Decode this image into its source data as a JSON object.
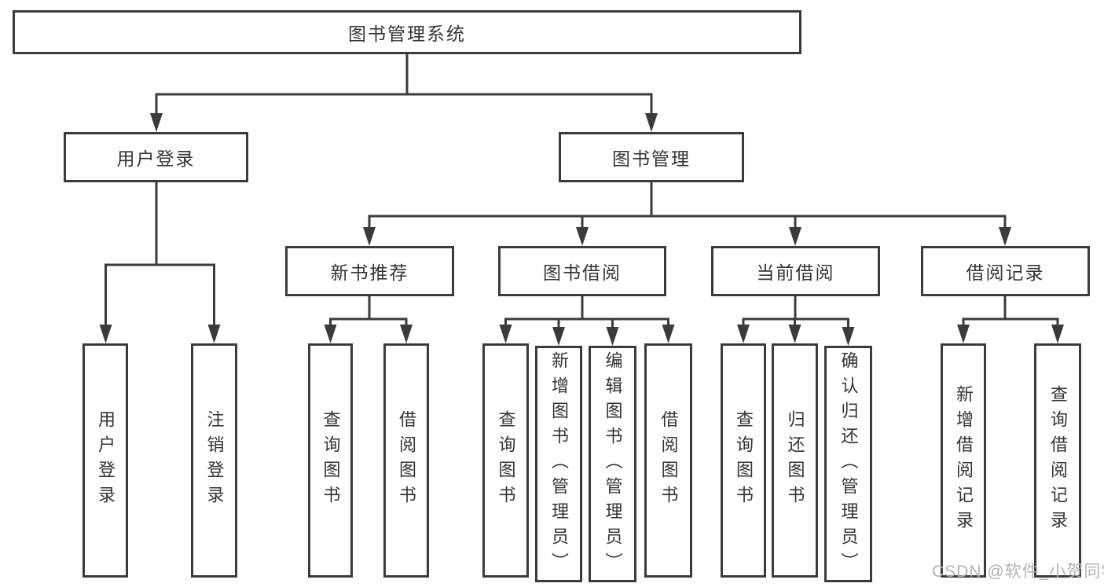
{
  "diagram": {
    "root": "图书管理系统",
    "branches": {
      "login": {
        "label": "用户登录",
        "children": [
          "用户登录",
          "注销登录"
        ]
      },
      "manage": {
        "label": "图书管理",
        "sections": [
          {
            "label": "新书推荐",
            "children": [
              "查询图书",
              "借阅图书"
            ]
          },
          {
            "label": "图书借阅",
            "children": [
              "查询图书",
              "新增图书（管理员）",
              "编辑图书（管理员）",
              "借阅图书"
            ]
          },
          {
            "label": "当前借阅",
            "children": [
              "查询图书",
              "归还图书",
              "确认归还（管理员）"
            ]
          },
          {
            "label": "借阅记录",
            "children": [
              "新增借阅记录",
              "查询借阅记录"
            ]
          }
        ]
      }
    }
  },
  "watermark": "CSDN @软件_小贺同学",
  "colors": {
    "line": "#3b3b3b",
    "text": "#333333",
    "box_background": "#ffffff",
    "watermark": "#b3b3b3"
  }
}
